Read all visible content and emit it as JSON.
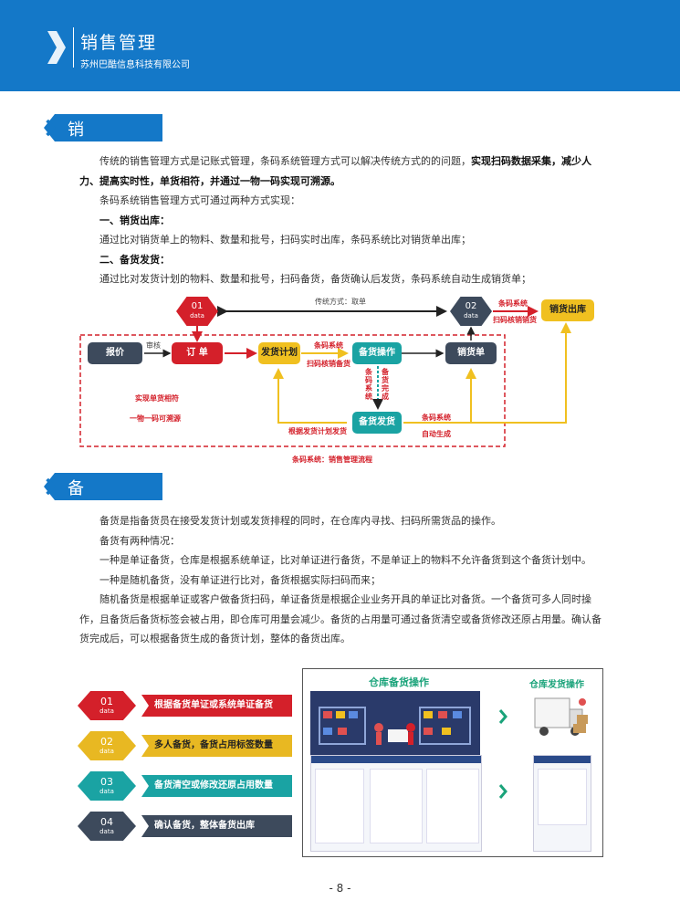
{
  "header": {
    "title": "销售管理",
    "company": "苏州巴酷信息科技有限公司"
  },
  "section1": {
    "title": "销售管理",
    "p1_a": "传统的销售管理方式是记账式管理，条码系统管理方式可以解决传统方式的的问题，",
    "p1_b": "实现扫码数据采集，减少人力、提高实时性，单货相符，并通过一物一码实现可溯源。",
    "p2": "条码系统销售管理方式可通过两种方式实现：",
    "h1": "一、销货出库：",
    "p3": "通过比对销货单上的物料、数量和批号，扫码实时出库，条码系统比对销货单出库；",
    "h2": "二、备货发货：",
    "p4": "通过比对发货计划的物料、数量和批号，扫码备货，备货确认后发货，条码系统自动生成销货单；"
  },
  "flow": {
    "hex01": {
      "num": "01",
      "sub": "data"
    },
    "hex02": {
      "num": "02",
      "sub": "data"
    },
    "traditional": "传统方式：取单",
    "barcode_sys": "条码系统",
    "scan_verify_sell": "扫码核销销货",
    "sales_out": "销货出库",
    "quote": "报价",
    "review": "审核",
    "order": "订 单",
    "ship_plan": "发货计划",
    "barcode_sys2": "条码系统",
    "scan_verify_stock": "扫码核销备货",
    "stock_op": "备货操作",
    "sales_slip": "销货单",
    "v_left": "条码系统",
    "v_right": "备货完成",
    "match": "实现单货相符",
    "trace": "一物一码可溯源",
    "ship": "备货发货",
    "by_plan": "根据发货计划发货",
    "barcode_sys3": "条码系统",
    "auto_gen": "自动生成",
    "caption": "条码系统：销售管理流程"
  },
  "section2": {
    "title": "备货管理",
    "p1": "备货是指备货员在接受发货计划或发货排程的同时，在仓库内寻找、扫码所需货品的操作。",
    "p2": "备货有两种情况：",
    "p3": "一种是单证备货，仓库是根据系统单证，比对单证进行备货，不是单证上的物料不允许备货到这个备货计划中。",
    "p4": "一种是随机备货，没有单证进行比对，备货根据实际扫码而来；",
    "p5": "随机备货是根据单证或客户做备货扫码，单证备货是根据企业业务开具的单证比对备货。一个备货可多人同时操作，且备货后备货标签会被占用，即仓库可用量会减少。备货的占用量可通过备货清空或备货修改还原占用量。确认备货完成后，可以根据备货生成的备货计划，整体的备货出库。"
  },
  "steps": [
    {
      "num": "01",
      "sub": "data",
      "label": "根据备货单证或系统单证备货",
      "color": "#d4202a"
    },
    {
      "num": "02",
      "sub": "data",
      "label": "多人备货，备货占用标签数量",
      "color": "#e8b822"
    },
    {
      "num": "03",
      "sub": "data",
      "label": "备货清空或修改还原占用数量",
      "color": "#1aa3a3"
    },
    {
      "num": "04",
      "sub": "data",
      "label": "确认备货，整体备货出库",
      "color": "#3d4a5c"
    }
  ],
  "screens": {
    "warehouse_op": "仓库备货操作",
    "warehouse_ship": "仓库发货操作"
  },
  "page_number": "- 8 -"
}
